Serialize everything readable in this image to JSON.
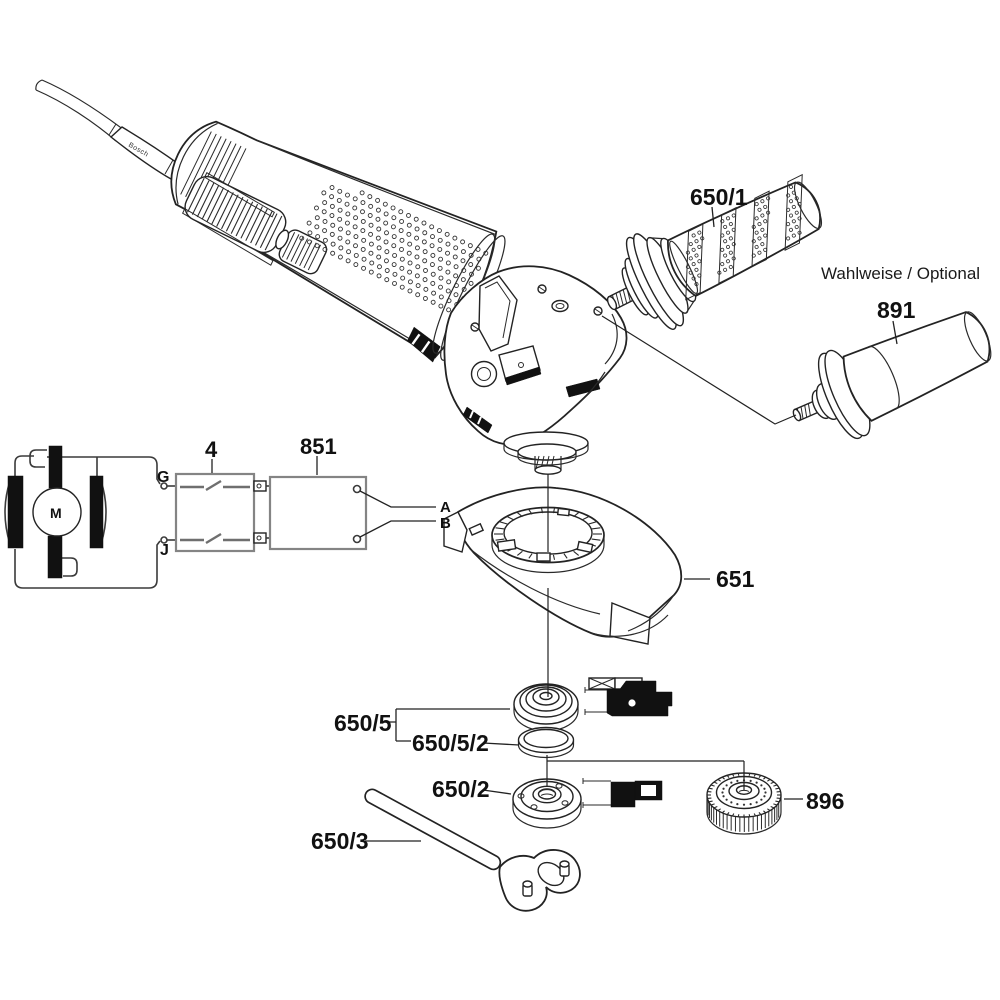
{
  "colors": {
    "background": "#ffffff",
    "ink": "#222222",
    "solid_black": "#111111",
    "circuit_box_stroke": "#848484"
  },
  "diagram": {
    "optional_note": "Wahlweise / Optional",
    "motor_label": "M",
    "housing_marking": "Bosch",
    "terminals": {
      "g": "G",
      "j": "J",
      "a": "A",
      "b": "B"
    },
    "parts": {
      "part_650_1": "650/1",
      "part_891": "891",
      "part_4": "4",
      "part_851": "851",
      "part_651": "651",
      "part_650_5": "650/5",
      "part_650_5_2": "650/5/2",
      "part_650_2": "650/2",
      "part_650_3": "650/3",
      "part_896": "896"
    }
  }
}
